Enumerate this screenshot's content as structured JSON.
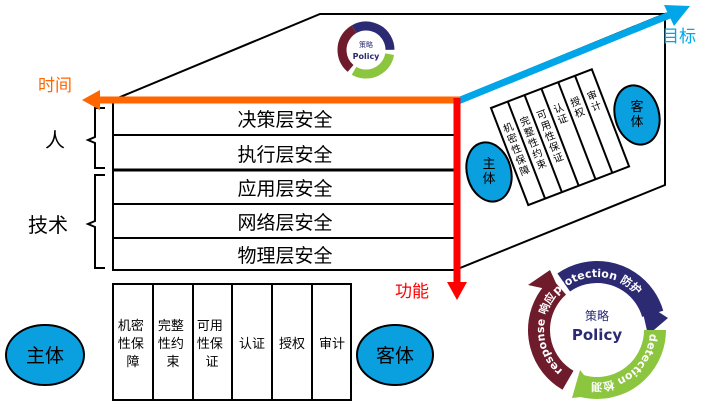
{
  "axes": {
    "time": "时间",
    "function": "功能",
    "target": "目标"
  },
  "groups": {
    "people": "人",
    "technology": "技术"
  },
  "layers": [
    "决策层安全",
    "执行层安全",
    "应用层安全",
    "网络层安全",
    "物理层安全"
  ],
  "subject": "主体",
  "object": "客体",
  "properties": [
    {
      "lines": [
        "机密",
        "性保",
        "障"
      ],
      "vertical": "机密性保障"
    },
    {
      "lines": [
        "完整",
        "性约",
        "束"
      ],
      "vertical": "完整性约束"
    },
    {
      "lines": [
        "可用",
        "性保",
        "证"
      ],
      "vertical": "可用性保证"
    },
    {
      "lines": [
        "认证"
      ],
      "vertical": "认证"
    },
    {
      "lines": [
        "授权"
      ],
      "vertical": "授权"
    },
    {
      "lines": [
        "审计"
      ],
      "vertical": "审计"
    }
  ],
  "policy": {
    "center_cn": "策略",
    "center_en": "Policy",
    "protection": "protection 防护",
    "detection": "detection 检测",
    "response": "response 响应"
  },
  "colors": {
    "time_arrow": "#ff6600",
    "function_arrow": "#ff0000",
    "target_arrow": "#00a6e8",
    "ellipse": "#0aa0e0",
    "protection": "#2b2a72",
    "detection": "#8cc63f",
    "response": "#6e1b2b"
  }
}
